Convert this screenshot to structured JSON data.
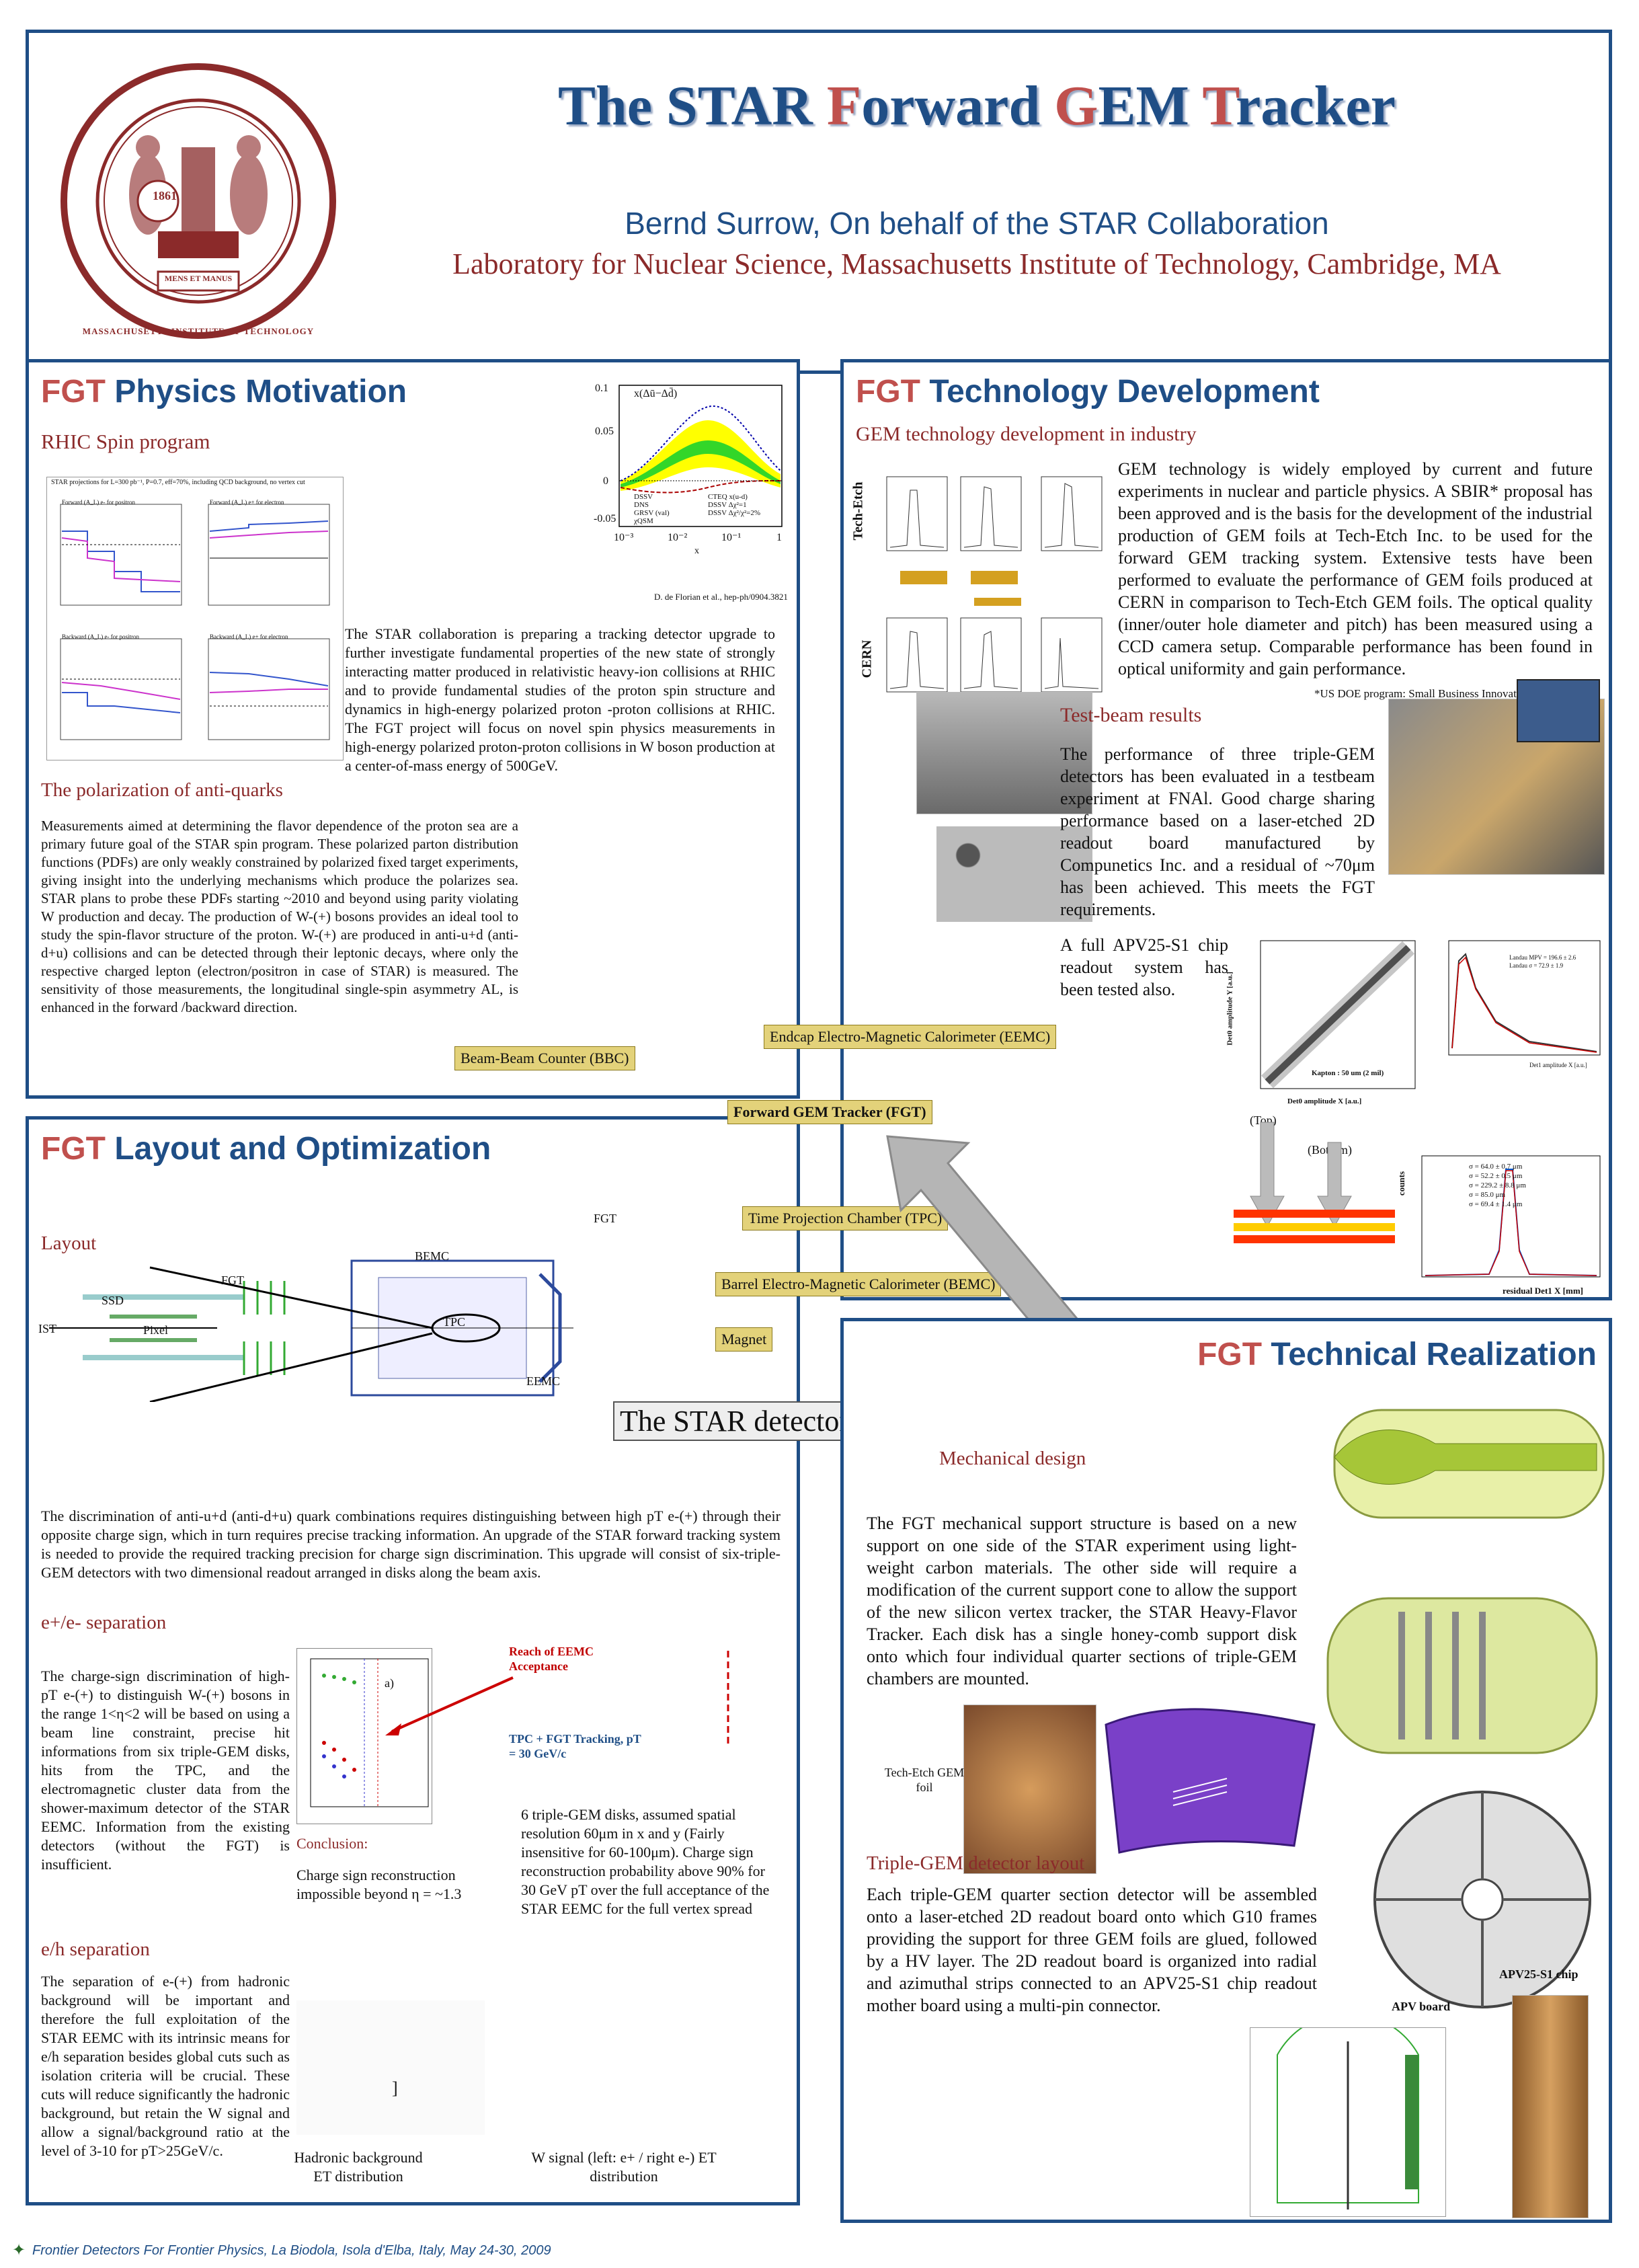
{
  "header": {
    "title_parts": [
      "The STAR ",
      "F",
      "orward ",
      "G",
      "EM ",
      "T",
      "racker"
    ],
    "author": "Bernd Surrow, On behalf of the STAR Collaboration",
    "affiliation": "Laboratory for Nuclear Science, Massachusetts Institute of Technology, Cambridge, MA",
    "seal_text": "MASSACHUSETTS INSTITUTE OF TECHNOLOGY",
    "seal_year": "1861",
    "seal_motto": "MENS ET MANUS"
  },
  "colors": {
    "border": "#1f4e86",
    "accent": "#c0504d",
    "title_blue": "#1f4e86",
    "label_bg": "#e3d27a",
    "subheading": "#8b2a2a"
  },
  "motivation": {
    "title_fgt": "FGT",
    "title_rest": " Physics Motivation",
    "sub1": "RHIC Spin program",
    "plot_ylabel": "x(Δū−Δd̄)",
    "plot_yticks": [
      "0.1",
      "0.05",
      "0",
      "-0.05"
    ],
    "plot_xticks": [
      "10⁻³",
      "10⁻²",
      "10⁻¹",
      "1"
    ],
    "plot_xlabel": "x",
    "legend": [
      "DSSV",
      "DNS",
      "GRSV (val)",
      "χQSM",
      "CTEQ x(u-d)",
      "DSSV Δχ²=1",
      "DSSV Δχ²/χ²=2%"
    ],
    "citation": "D. de Florian et al., hep-ph/0904.3821",
    "para1": "The STAR collaboration is preparing a tracking detector upgrade to further investigate fundamental properties of the new state of strongly interacting matter produced in relativistic heavy-ion collisions at RHIC and to provide fundamental studies of the proton spin structure and dynamics in high-energy polarized proton -proton collisions at RHIC. The FGT project will focus on novel spin physics measurements in high-energy polarized proton-proton collisions in W boson production at a center-of-mass energy of 500GeV.",
    "sub2": "The polarization of anti-quarks",
    "para2": "Measurements aimed at determining the flavor dependence of the proton sea are a primary future goal of the STAR spin program. These polarized parton distribution functions (PDFs) are only weakly constrained by polarized fixed target experiments, giving insight into the underlying mechanisms which produce the polarizes sea. STAR plans to probe these PDFs starting ~2010 and beyond using parity violating W production and decay. The production of W-(+) bosons provides an ideal tool to study the spin-flavor structure of the proton. W-(+) are produced in anti-u+d (anti-d+u) collisions and can be detected through their leptonic decays, where only the respective charged lepton (electron/positron in case of STAR) is measured. The sensitivity of those measurements, the longitudinal single-spin asymmetry AL, is enhanced in the forward /backward direction.",
    "small_plot_title": "STAR projections for L=300 pb⁻¹, P=0.7, eff=70%, including QCD background, no vertex cut",
    "small_plot_titles": [
      "Forward (A_L) e- for positron",
      "Forward (A_L) e+ for electron",
      "Backward (A_L) e- for positron",
      "Backward (A_L) e+ for electron"
    ]
  },
  "technology": {
    "title_fgt": "FGT",
    "title_rest": " Technology Development",
    "sub1": "GEM technology development in industry",
    "row_labels": [
      "Tech-Etch",
      "CERN"
    ],
    "para1": "GEM technology is widely employed by current and future experiments in nuclear and particle physics. A SBIR* proposal has been approved and is the basis for the development of the industrial production of GEM foils at Tech-Etch Inc. to be used for the forward GEM tracking system. Extensive tests have been performed to evaluate the performance of GEM foils produced at CERN in comparison to Tech-Etch GEM foils. The optical quality (inner/outer hole diameter and pitch) has been measured using a CCD camera setup. Comparable performance has been found in optical uniformity and gain performance.",
    "footnote": "*US DOE program: Small Business Innovative Research",
    "sub2": "Test-beam results",
    "para2": "The performance of three triple-GEM detectors has been evaluated in a testbeam experiment at FNAl. Good charge sharing performance based on a laser-etched 2D readout board manufactured by Compunetics Inc. and a residual of ~70μm has been achieved. This meets the FGT requirements.",
    "para3": "A full APV25-S1 chip readout system has been tested also.",
    "scatter_caption": "Kapton : 50 um (2 mil)",
    "scatter_xlabel": "Det0 amplitude X [a.u.]",
    "scatter_ylabel": "Det0 amplitude Y [a.u.]",
    "hist_label_top": "(Top)",
    "hist_label_bottom": "(Bottom)",
    "hist_xlabel": "residual Det1 X [mm]",
    "hist_ylabel": "counts",
    "hist_stats": [
      "σ = 64.0 ± 0.7 μm",
      "σ = 52.2 ± 0.5 μm",
      "σ = 229.2 ± 8.8 μm",
      "σ = 85.0 μm",
      "σ = 69.4 ± 1.4 μm"
    ],
    "landau_stats": [
      "Landau MPV = 196.6 ± 2.6",
      "Landau σ = 72.9 ± 1.9"
    ],
    "landau_xlabel": "Det1 amplitude X [a.u.]"
  },
  "layout": {
    "title_fgt": "FGT",
    "title_rest": " Layout and Optimization",
    "sub1": "Layout",
    "labels": [
      "SSD",
      "IST",
      "Pixel",
      "FGT",
      "BEMC",
      "TPC",
      "EEMC",
      "FGT"
    ],
    "para1": "The discrimination of anti-u+d (anti-d+u) quark combinations requires distinguishing between high pT e-(+) through their opposite charge sign, which in turn requires precise tracking information. An upgrade of the STAR forward tracking system is needed to provide the required tracking precision for charge sign discrimination. This upgrade will consist of six-triple-GEM detectors with two dimensional readout arranged in disks along the beam axis.",
    "sub2": "e+/e- separation",
    "para2": "The charge-sign discrimination of high-pT e-(+) to distinguish W-(+) bosons in the range 1<η<2 will be based on using a beam line constraint, precise hit informations from six triple-GEM disks, hits from the TPC, and the electromagnetic cluster data from the shower-maximum detector of the STAR EEMC. Information from the existing detectors (without the FGT) is insufficient.",
    "plot_caption": "Reach of EEMC Acceptance",
    "plot_caption2": "TPC + FGT Tracking, pT = 30 GeV/c",
    "plot_panel_label": "a)",
    "conclusion_head": "Conclusion:",
    "conclusion": "Charge sign reconstruction impossible beyond η = ~1.3",
    "disks_text": "6 triple-GEM disks, assumed spatial resolution 60μm in x and y (Fairly insensitive for 60-100μm). Charge sign reconstruction probability above 90% for 30 GeV pT over the full acceptance of the STAR EEMC for the full vertex spread",
    "sub3": "e/h separation",
    "para3": "The separation of e-(+) from hadronic background will be important and therefore the full exploitation of the STAR EEMC with its intrinsic means for e/h separation besides global cuts such as isolation criteria will be crucial. These cuts will reduce significantly the hadronic background, but retain the W signal and allow a signal/background ratio at the level of 3-10 for pT>25GeV/c.",
    "fig1_caption": "Hadronic background ET distribution",
    "fig2_caption": "W signal (left: e+ / right e-) ET distribution",
    "bracket": "]"
  },
  "center": {
    "labels": [
      "Endcap Electro-Magnetic Calorimeter (EEMC)",
      "Beam-Beam Counter (BBC)",
      "Forward GEM Tracker (FGT)",
      "Time Projection Chamber (TPC)",
      "Barrel Electro-Magnetic Calorimeter (BEMC)",
      "Magnet"
    ],
    "star_detector": "The STAR detector"
  },
  "realization": {
    "title_fgt": "FGT",
    "title_rest": " Technical Realization",
    "sub1": "Mechanical design",
    "para1": "The FGT mechanical support structure is based on a new support on one side of the STAR experiment using light-weight carbon materials. The other side will require a modification of the current support cone to allow the support of the new silicon vertex tracker, the STAR Heavy-Flavor Tracker. Each disk has a single honey-comb support disk onto which four individual quarter sections of triple-GEM chambers are mounted.",
    "foil_label": "Tech-Etch GEM foil",
    "sub2": "Triple-GEM detector layout",
    "para2": "Each triple-GEM quarter section detector will be assembled onto a laser-etched 2D readout board onto which G10 frames providing the support for three GEM foils are glued, followed by a HV layer. The 2D readout board is organized into radial and azimuthal strips connected to an APV25-S1 chip readout mother board using a multi-pin connector.",
    "apv_chip": "APV25-S1 chip",
    "apv_board": "APV board"
  },
  "footer": {
    "text": "Frontier Detectors For Frontier Physics, La Biodola, Isola d'Elba, Italy, May 24-30, 2009"
  }
}
